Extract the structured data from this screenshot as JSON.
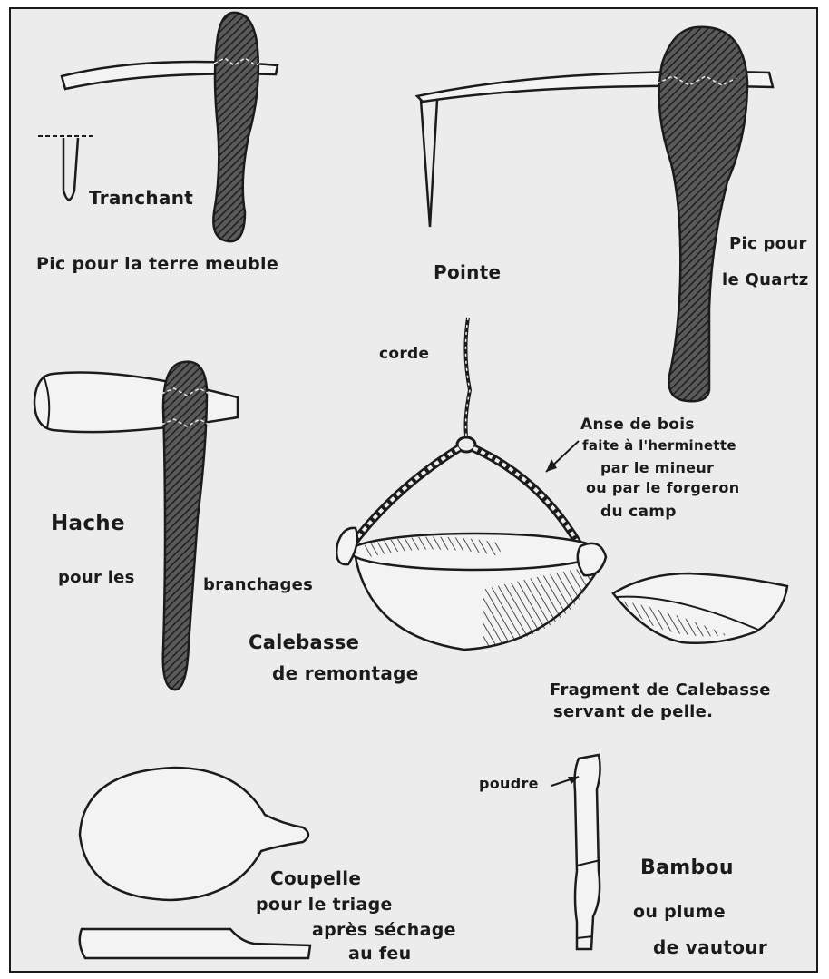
{
  "labels": {
    "tranchant": "Tranchant",
    "pic_terre": "Pic pour la terre meuble",
    "pointe": "Pointe",
    "pic_quartz_1": "Pic pour",
    "pic_quartz_2": "le Quartz",
    "corde": "corde",
    "anse_1": "Anse de bois",
    "anse_2": "faite à l'herminette",
    "anse_3": "par le mineur",
    "anse_4": "ou par le forgeron",
    "anse_5": "du camp",
    "hache": "Hache",
    "pour_les": "pour les",
    "branchages": "branchages",
    "calebasse_1": "Calebasse",
    "calebasse_2": "de remontage",
    "fragment_1": "Fragment de Calebasse",
    "fragment_2": "servant de pelle.",
    "poudre": "poudre",
    "coupelle_1": "Coupelle",
    "coupelle_2": "pour le triage",
    "coupelle_3": "après séchage",
    "coupelle_4": "au feu",
    "bambou_1": "Bambou",
    "bambou_2": "ou plume",
    "bambou_3": "de vautour"
  }
}
